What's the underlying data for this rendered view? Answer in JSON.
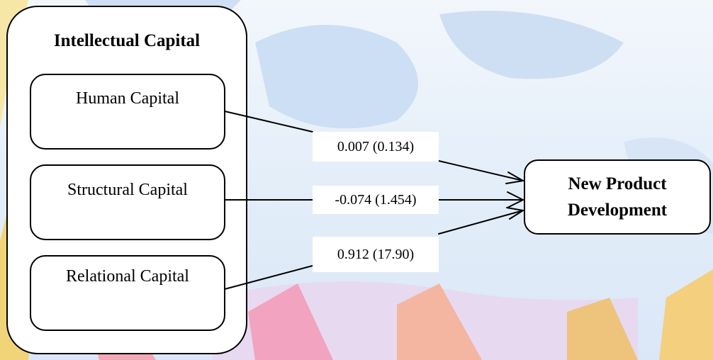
{
  "diagram": {
    "group": {
      "title": "Intellectual Capital",
      "items": [
        {
          "label": "Human Capital"
        },
        {
          "label": "Structural Capital"
        },
        {
          "label": "Relational Capital"
        }
      ]
    },
    "outcome": {
      "line1": "New Product",
      "line2": "Development"
    },
    "paths": [
      {
        "from": "Human Capital",
        "to": "New Product Development",
        "label": "0.007 (0.134)"
      },
      {
        "from": "Structural Capital",
        "to": "New Product Development",
        "label": "-0.074 (1.454)"
      },
      {
        "from": "Relational Capital",
        "to": "New Product Development",
        "label": "0.912 (17.90)"
      }
    ]
  },
  "colors": {
    "background": "#eef4fb",
    "box_fill": "#ffffff",
    "stroke": "#000000"
  }
}
